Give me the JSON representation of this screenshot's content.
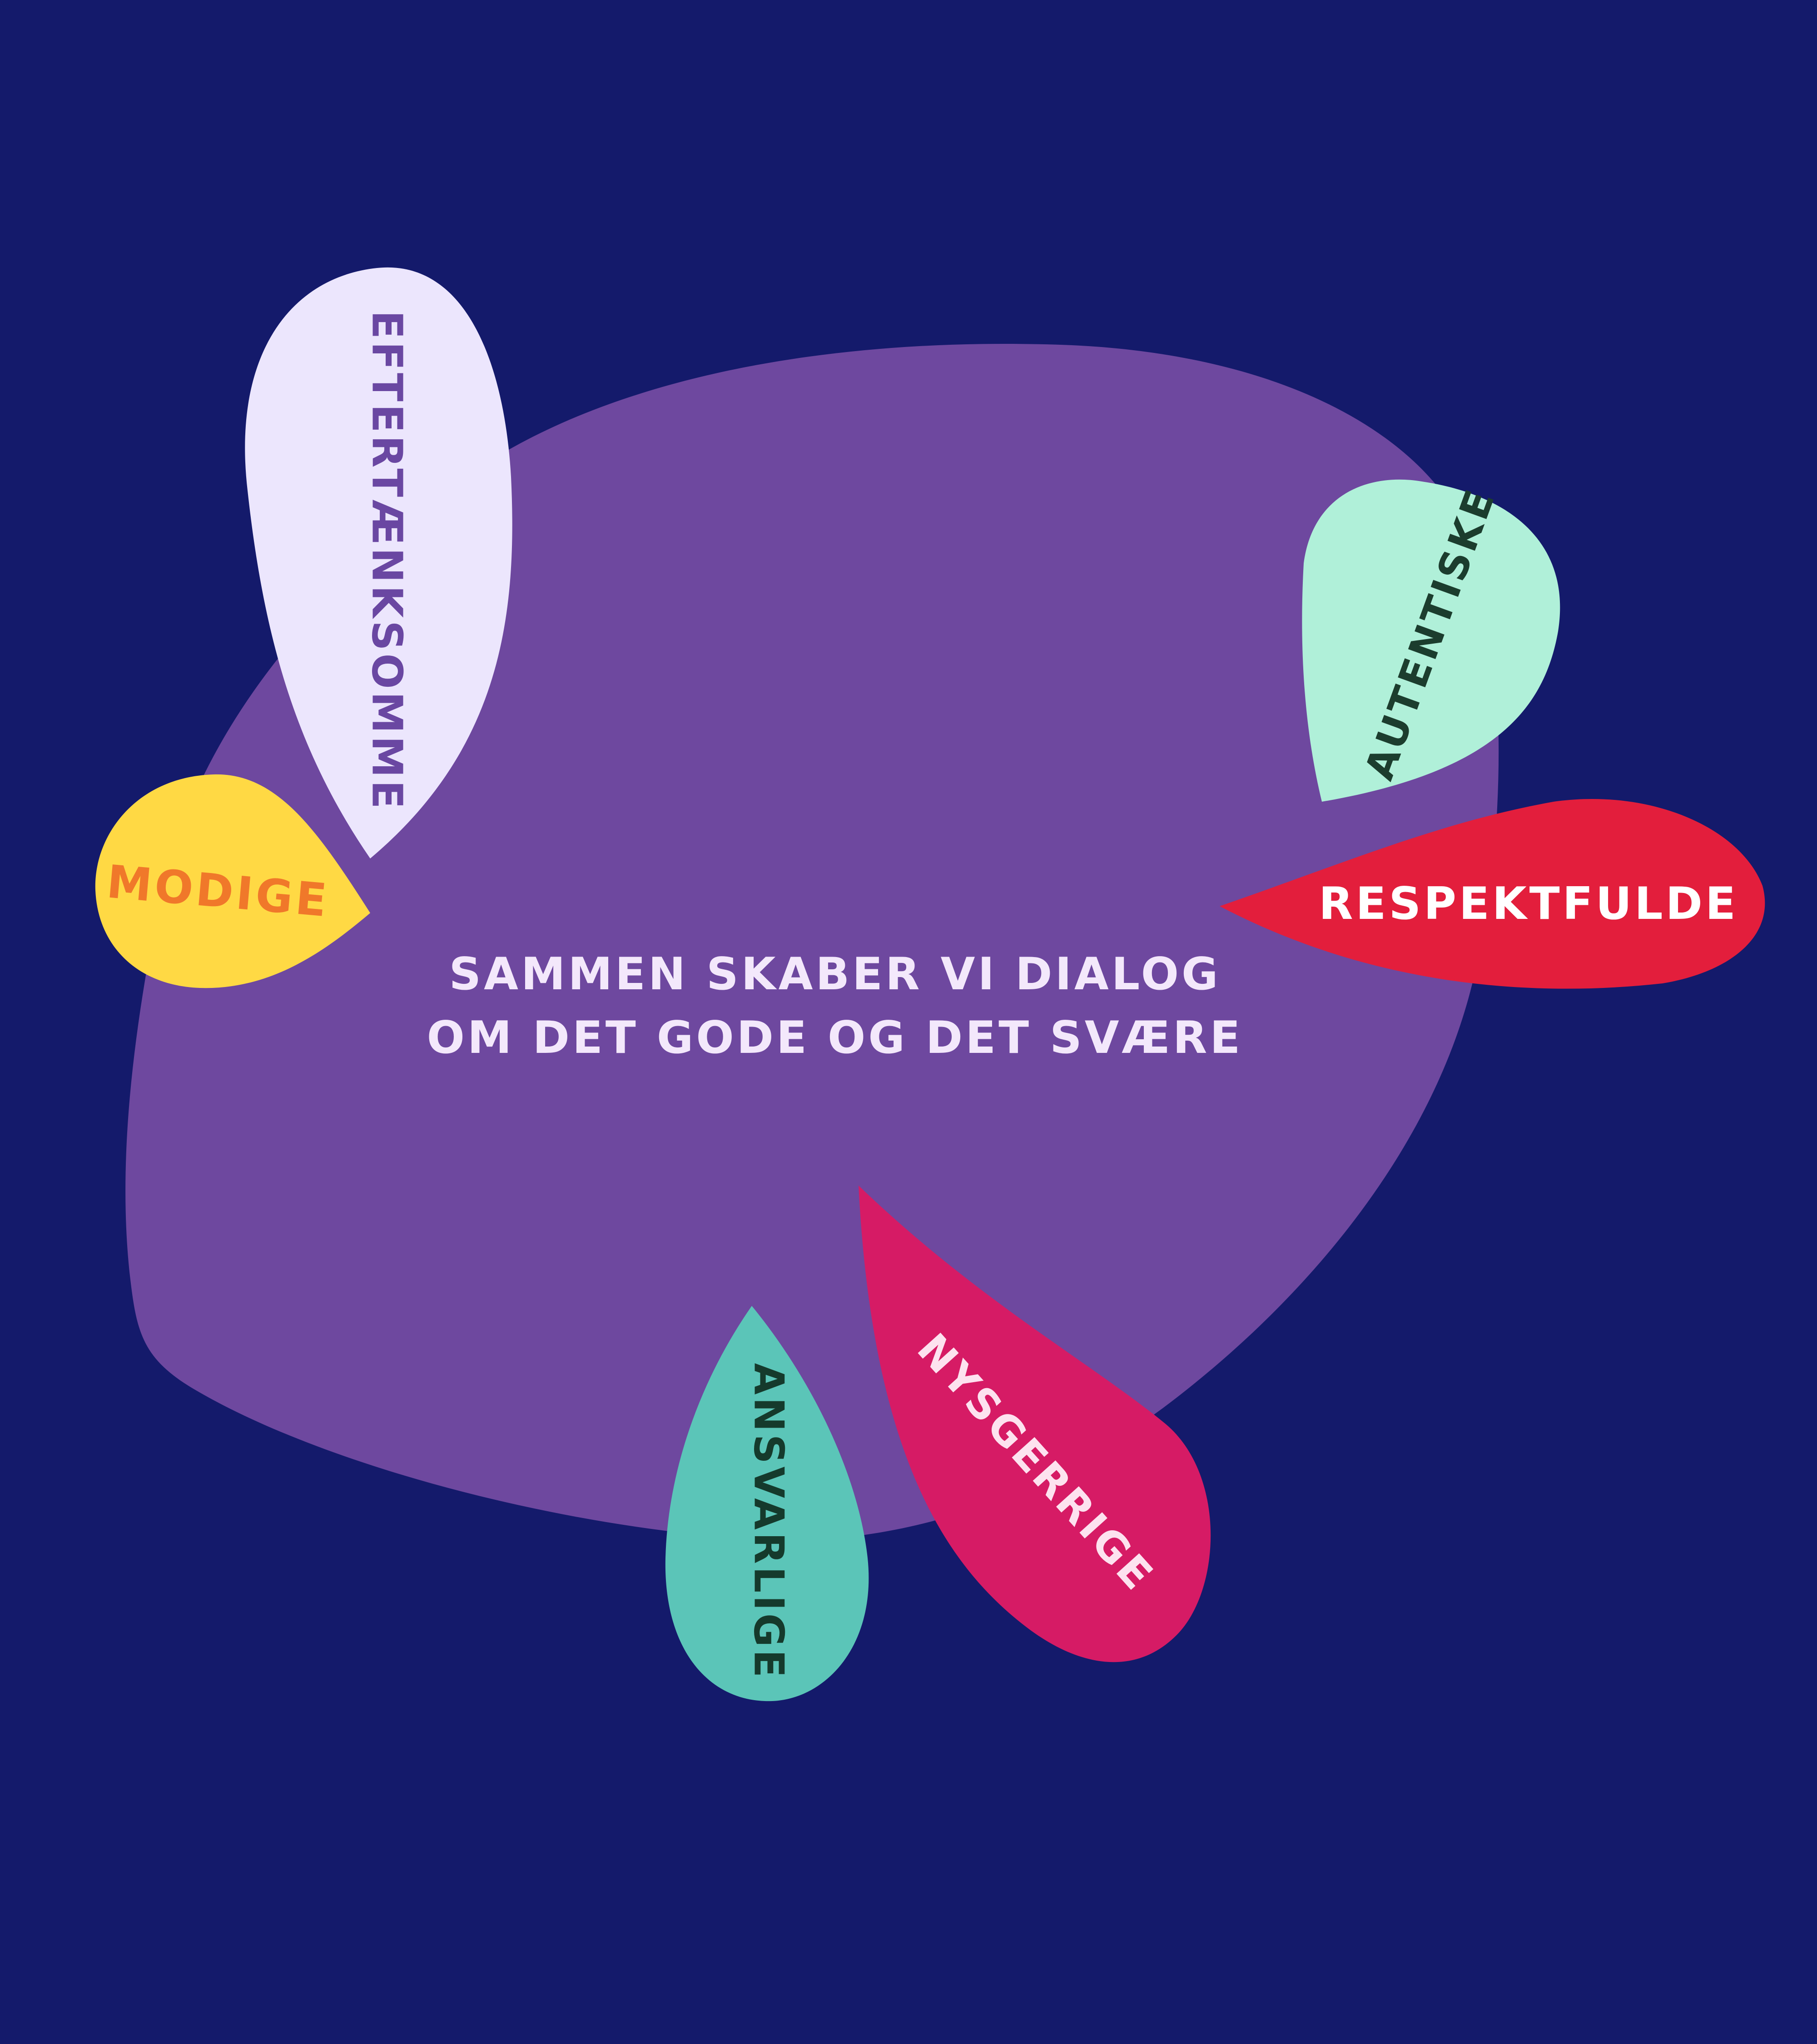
{
  "background_color": "#141a6b",
  "center": {
    "line1": "SAMMEN SKABER VI DIALOG",
    "line2": "OM DET GODE OG DET SVÆRE",
    "fill_color": "#6e489f",
    "text_color": "#f3e8fb"
  },
  "petals": [
    {
      "id": "eftertaenksomme",
      "label": "EFTERTÆNKSOMME",
      "fill": "#ece6fd",
      "text_color": "#6a47a2"
    },
    {
      "id": "modige",
      "label": "MODIGE",
      "fill": "#ffd944",
      "text_color": "#f0782a"
    },
    {
      "id": "autentiske",
      "label": "AUTENTISKE",
      "fill": "#b0f0d9",
      "text_color": "#1c3d2e"
    },
    {
      "id": "respektfulde",
      "label": "RESPEKTFULDE",
      "fill": "#e31e3c",
      "text_color": "#ffffff"
    },
    {
      "id": "nysgerrige",
      "label": "NYSGERRIGE",
      "fill": "#d61b65",
      "text_color": "#fde2ef"
    },
    {
      "id": "ansvarlige",
      "label": "ANSVARLIGE",
      "fill": "#5bc5b8",
      "text_color": "#153a2c"
    }
  ]
}
